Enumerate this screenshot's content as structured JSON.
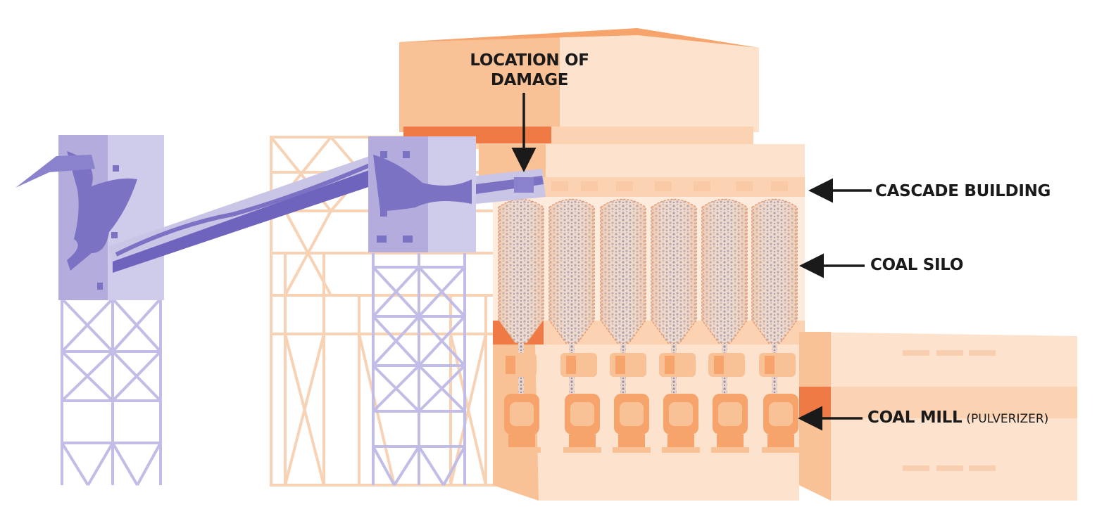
{
  "labels": {
    "damage_line1": "LOCATION OF",
    "damage_line2": "DAMAGE",
    "cascade": "CASCADE BUILDING",
    "silo": "COAL SILO",
    "mill": "COAL MILL",
    "mill_sub": "(PULVERIZER)"
  },
  "colors": {
    "conveyor": "#7b72c4",
    "conveyor_light": "#c9c5e6",
    "building": "#f6b98a",
    "building_light": "#fde3cd",
    "damage_band": "#f07a45",
    "arrow": "#1a1a1a"
  },
  "silo_count": 6,
  "mill_count": 6
}
